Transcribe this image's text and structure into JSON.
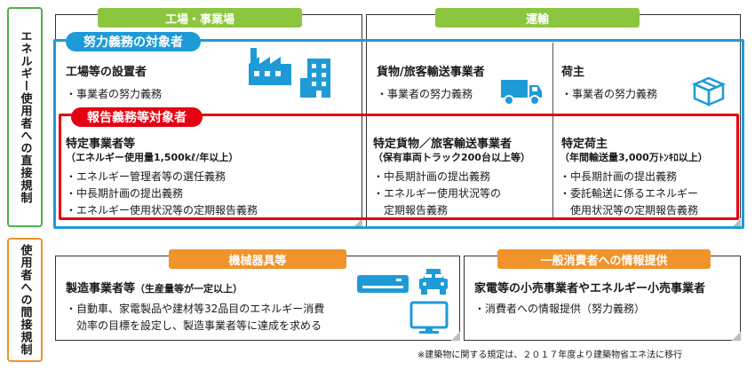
{
  "side_labels": {
    "direct": "エネルギー使用者への直接規制",
    "indirect": "使用者への間接規制"
  },
  "headers": {
    "factory": "工場・事業場",
    "transport": "運輸",
    "equipment": "機械器具等",
    "consumer_info": "一般消費者への情報提供"
  },
  "tags": {
    "effort": "努力義務の対象者",
    "report": "報告義務等対象者"
  },
  "effort_row": {
    "factory": {
      "title": "工場等の設置者",
      "duty": "・事業者の努力義務"
    },
    "carrier": {
      "title": "貨物/旅客輸送事業者",
      "duty": "・事業者の努力義務"
    },
    "shipper": {
      "title": "荷主",
      "duty": "・事業者の努力義務"
    }
  },
  "report_row": {
    "factory": {
      "title": "特定事業者等",
      "sub": "（エネルギー使用量1,500kℓ/年以上）",
      "lines": [
        "・エネルギー管理者等の選任義務",
        "・中長期計画の提出義務",
        "・エネルギー使用状況等の定期報告義務"
      ]
    },
    "carrier": {
      "title": "特定貨物／旅客輸送事業者",
      "sub": "（保有車両トラック200台以上等）",
      "lines": [
        "・中長期計画の提出義務",
        "・エネルギー使用状況等の",
        "　定期報告義務"
      ]
    },
    "shipper": {
      "title": "特定荷主",
      "sub": "（年間輸送量3,000万ﾄﾝｷﾛ以上）",
      "lines": [
        "・中長期計画の提出義務",
        "・委託輸送に係るエネルギー",
        "　使用状況等の定期報告義務"
      ]
    }
  },
  "indirect": {
    "manufacturer": {
      "title": "製造事業者等",
      "sub": "（生産量等が一定以上）",
      "lines": [
        "・自動車、家電製品や建材等32品目のエネルギー消費",
        "　効率の目標を設定し、製造事業者等に達成を求める"
      ]
    },
    "retailer": {
      "title": "家電等の小売事業者やエネルギー小売事業者",
      "lines": [
        "・消費者への情報提供（努力義務）"
      ]
    }
  },
  "footnote": "※建築物に関する規定は、２０１７年度より建築物省エネ法に移行",
  "colors": {
    "green": "#4caf50",
    "light_green": "#8cc63f",
    "blue": "#1e9bd7",
    "red": "#e50012",
    "orange": "#f0932b",
    "icon_blue": "#1e9bd7"
  },
  "icons": [
    "factory-icon",
    "office-building-icon",
    "truck-icon",
    "package-icon",
    "air-conditioner-icon",
    "car-icon",
    "television-icon"
  ]
}
